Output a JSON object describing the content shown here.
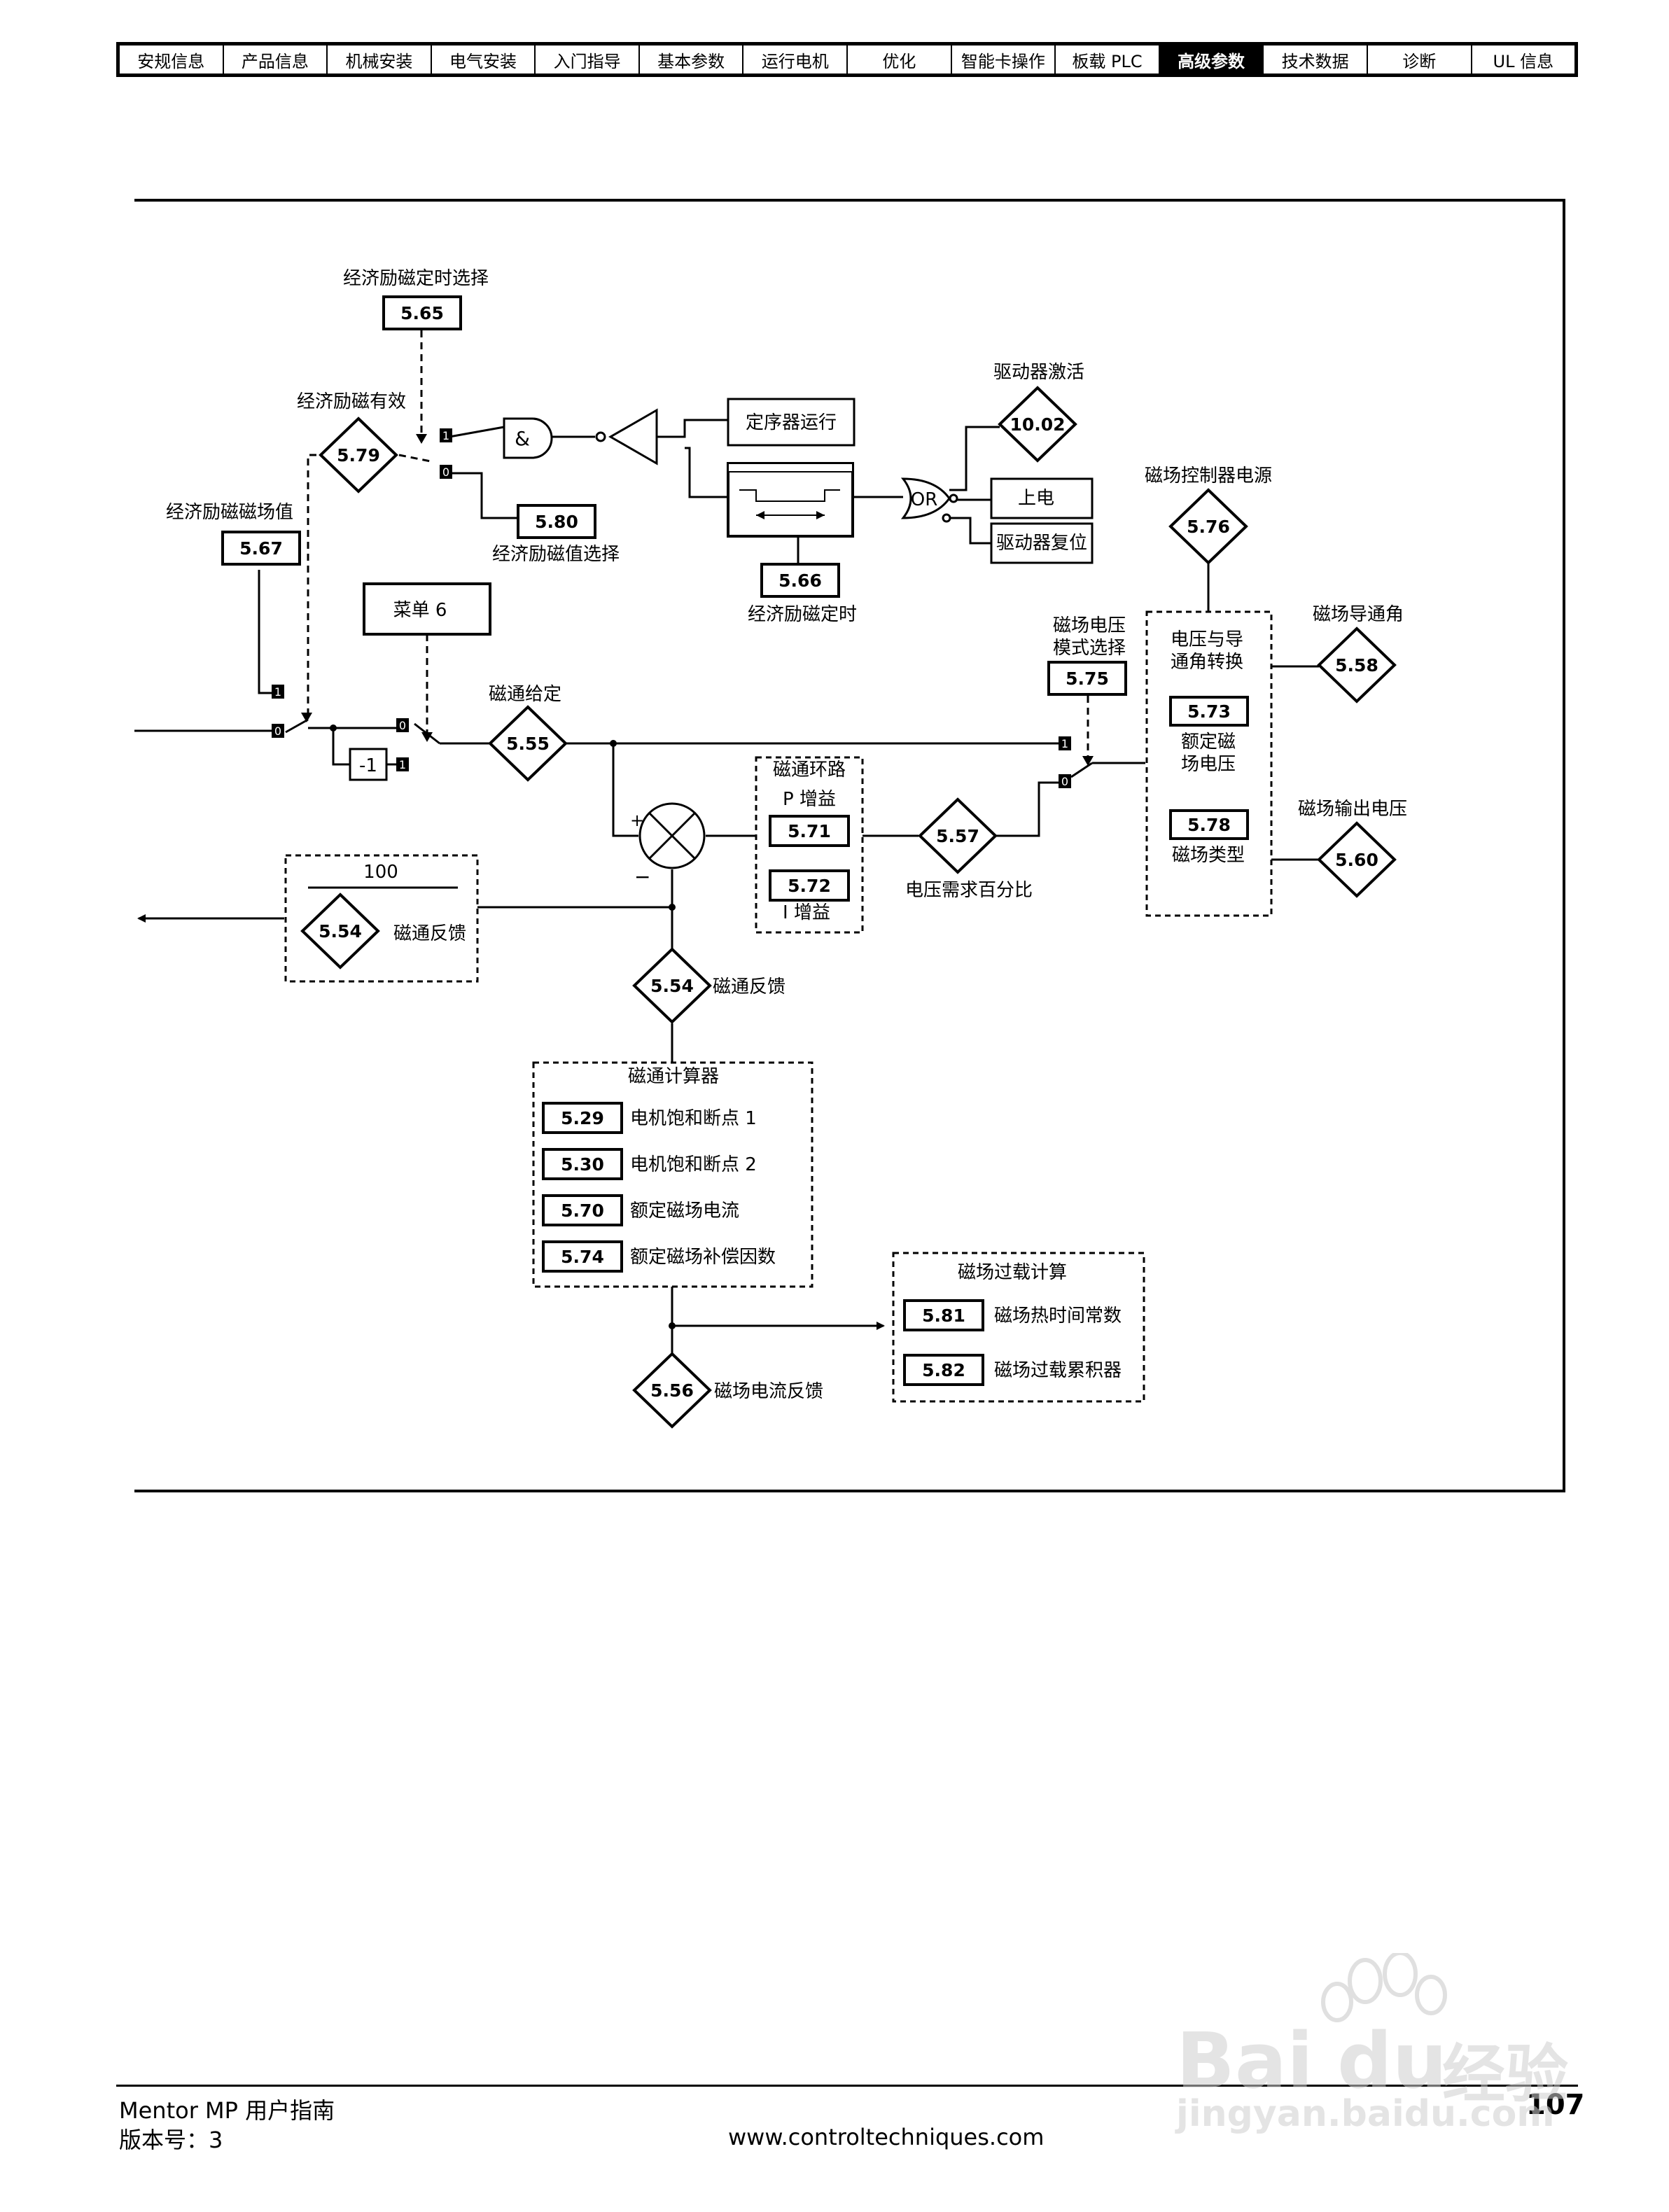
{
  "nav": {
    "tabs": [
      "安规信息",
      "产品信息",
      "机械安装",
      "电气安装",
      "入门指导",
      "基本参数",
      "运行电机",
      "优化",
      "智能卡操作",
      "板载 PLC",
      "高级参数",
      "技术数据",
      "诊断",
      "UL 信息"
    ],
    "active_tab": "高级参数"
  },
  "diagram": {
    "labels": {
      "econ_time_select": "经济励磁定时选择",
      "econ_enable": "经济励磁有效",
      "econ_field_value": "经济励磁磁场值",
      "econ_value_select": "经济励磁值选择",
      "sequencer_run": "定序器运行",
      "drive_active": "驱动器激活",
      "power_up": "上电",
      "drive_reset": "驱动器复位",
      "econ_timer": "经济励磁定时",
      "menu6": "菜单 6",
      "flux_ref": "磁通给定",
      "field_ctrl_supply": "磁场控制器电源",
      "field_voltage_mode": "磁场电压\n模式选择",
      "voltage_firing_conv": "电压与导\n通角转换",
      "rated_field_voltage": "额定磁\n场电压",
      "field_type": "磁场类型",
      "field_firing_angle": "磁场导通角",
      "field_output_voltage": "磁场输出电压",
      "flux_loop": "磁通环路",
      "p_gain": "P 增益",
      "i_gain": "I 增益",
      "voltage_demand_pct": "电压需求百分比",
      "flux_feedback": "磁通反馈",
      "flux_calculator": "磁通计算器",
      "sat_break_1": "电机饱和断点 1",
      "sat_break_2": "电机饱和断点 2",
      "rated_field_current": "额定磁场电流",
      "rated_field_comp": "额定磁场补偿因数",
      "field_overload_calc": "磁场过载计算",
      "field_thermal_const": "磁场热时间常数",
      "field_overload_acc": "磁场过载累积器",
      "field_current_fb": "磁场电流反馈",
      "and_gate": "&",
      "or_gate": "OR",
      "minus_one": "-1",
      "plus": "+",
      "minus": "−",
      "scale_100": "100",
      "bit1": "1",
      "bit0": "0",
      "bold6": "6"
    },
    "params": {
      "p5_65": "5.65",
      "p5_79": "5.79",
      "p5_80": "5.80",
      "p10_02": "10.02",
      "p5_66": "5.66",
      "p5_67": "5.67",
      "p5_55": "5.55",
      "p5_75": "5.75",
      "p5_76": "5.76",
      "p5_58": "5.58",
      "p5_73": "5.73",
      "p5_78": "5.78",
      "p5_60": "5.60",
      "p5_71": "5.71",
      "p5_72": "5.72",
      "p5_57": "5.57",
      "p5_54": "5.54",
      "p5_29": "5.29",
      "p5_30": "5.30",
      "p5_70": "5.70",
      "p5_74": "5.74",
      "p5_81": "5.81",
      "p5_82": "5.82",
      "p5_56": "5.56"
    }
  },
  "footer": {
    "title": "Mentor MP 用户指南",
    "version": "版本号：3",
    "url": "www.controltechniques.com",
    "page": "107"
  },
  "watermark": {
    "brand": "Bai",
    "brand2": "du",
    "brand_cn": "经验",
    "url": "jingyan.baidu.com"
  }
}
